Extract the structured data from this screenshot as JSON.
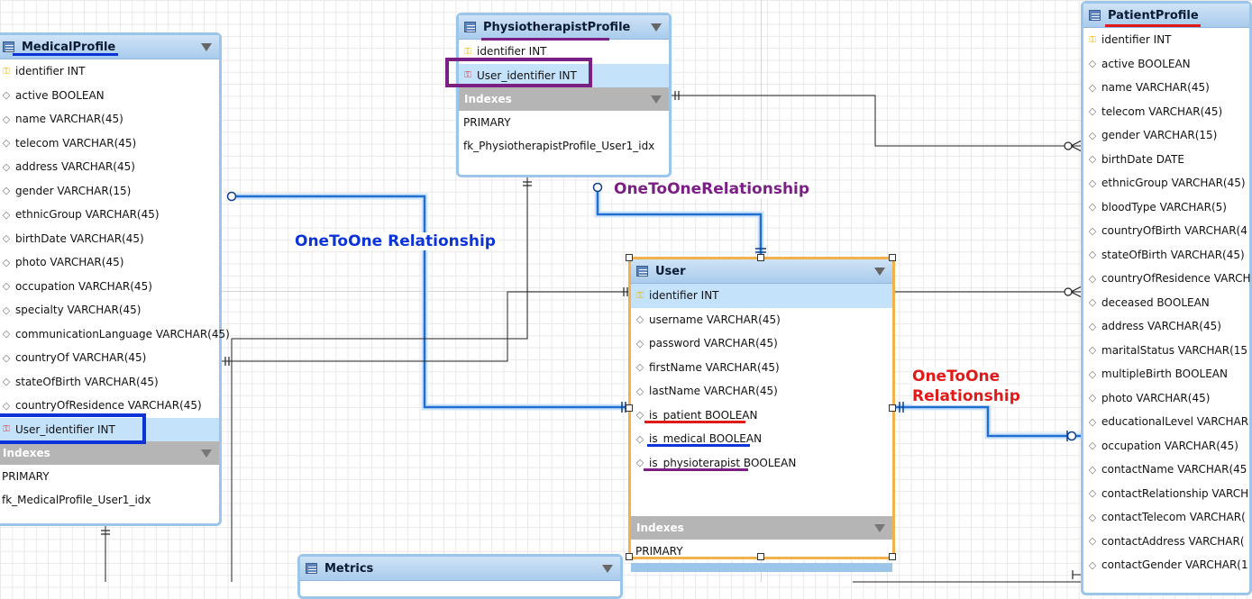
{
  "colors": {
    "header": "#a9cbec",
    "border": "#9cc5ea",
    "selected_row": "#c5e2fb",
    "relationship_line": "#1f6fd0",
    "purple": "#7a1f84",
    "blue": "#0a33d8",
    "red": "#e01919",
    "selection_frame": "#f2b14a"
  },
  "tables": {
    "medical": {
      "title": "MedicalProfile",
      "columns": [
        {
          "icon": "primary-key-icon",
          "text": "identifier INT"
        },
        {
          "icon": "column-diamond-icon",
          "text": "active BOOLEAN"
        },
        {
          "icon": "column-diamond-icon",
          "text": "name VARCHAR(45)"
        },
        {
          "icon": "column-diamond-icon",
          "text": "telecom VARCHAR(45)"
        },
        {
          "icon": "column-diamond-icon",
          "text": "address VARCHAR(45)"
        },
        {
          "icon": "column-diamond-icon",
          "text": "gender VARCHAR(15)"
        },
        {
          "icon": "column-diamond-icon",
          "text": "ethnicGroup VARCHAR(45)"
        },
        {
          "icon": "column-diamond-icon",
          "text": "birthDate VARCHAR(45)"
        },
        {
          "icon": "column-diamond-icon",
          "text": "photo VARCHAR(45)"
        },
        {
          "icon": "column-diamond-icon",
          "text": "occupation VARCHAR(45)"
        },
        {
          "icon": "column-diamond-icon",
          "text": "specialty VARCHAR(45)"
        },
        {
          "icon": "column-diamond-icon",
          "text": "communicationLanguage VARCHAR(45)"
        },
        {
          "icon": "column-diamond-icon",
          "text": "countryOf VARCHAR(45)"
        },
        {
          "icon": "column-diamond-icon",
          "text": "stateOfBirth VARCHAR(45)"
        },
        {
          "icon": "column-diamond-icon",
          "text": "countryOfResidence VARCHAR(45)"
        },
        {
          "icon": "foreign-key-icon",
          "text": "User_identifier INT"
        }
      ],
      "indexes_label": "Indexes",
      "indexes": [
        "PRIMARY",
        "fk_MedicalProfile_User1_idx"
      ]
    },
    "physio": {
      "title": "PhysiotherapistProfile",
      "columns": [
        {
          "icon": "primary-key-icon",
          "text": "identifier INT"
        },
        {
          "icon": "foreign-key-icon",
          "text": "User_identifier INT"
        }
      ],
      "indexes_label": "Indexes",
      "indexes": [
        "PRIMARY",
        "fk_PhysiotherapistProfile_User1_idx"
      ]
    },
    "user": {
      "title": "User",
      "columns": [
        {
          "icon": "primary-key-icon",
          "text": "identifier INT"
        },
        {
          "icon": "column-diamond-icon",
          "text": "username VARCHAR(45)"
        },
        {
          "icon": "column-diamond-icon",
          "text": "password VARCHAR(45)"
        },
        {
          "icon": "column-diamond-icon",
          "text": "firstName VARCHAR(45)"
        },
        {
          "icon": "column-diamond-icon",
          "text": "lastName VARCHAR(45)"
        },
        {
          "icon": "column-diamond-icon",
          "text": "is_patient BOOLEAN"
        },
        {
          "icon": "column-diamond-icon",
          "text": "is_medical BOOLEAN"
        },
        {
          "icon": "column-diamond-icon",
          "text": "is_physioterapist BOOLEAN"
        }
      ],
      "indexes_label": "Indexes",
      "indexes": [
        "PRIMARY"
      ]
    },
    "patient": {
      "title": "PatientProfile",
      "columns": [
        {
          "icon": "primary-key-icon",
          "text": "identifier INT"
        },
        {
          "icon": "column-diamond-icon",
          "text": "active BOOLEAN"
        },
        {
          "icon": "column-diamond-icon",
          "text": "name VARCHAR(45)"
        },
        {
          "icon": "column-diamond-icon",
          "text": "telecom VARCHAR(45)"
        },
        {
          "icon": "column-diamond-icon",
          "text": "gender VARCHAR(15)"
        },
        {
          "icon": "column-diamond-icon",
          "text": "birthDate DATE"
        },
        {
          "icon": "column-diamond-icon",
          "text": "ethnicGroup VARCHAR(45)"
        },
        {
          "icon": "column-diamond-icon",
          "text": "bloodType VARCHAR(5)"
        },
        {
          "icon": "column-diamond-icon",
          "text": "countryOfBirth VARCHAR(4"
        },
        {
          "icon": "column-diamond-icon",
          "text": "stateOfBirth VARCHAR(45)"
        },
        {
          "icon": "column-diamond-icon",
          "text": "countryOfResidence VARCH"
        },
        {
          "icon": "column-diamond-icon",
          "text": "deceased BOOLEAN"
        },
        {
          "icon": "column-diamond-icon",
          "text": "address VARCHAR(45)"
        },
        {
          "icon": "column-diamond-icon",
          "text": "maritalStatus VARCHAR(15"
        },
        {
          "icon": "column-diamond-icon",
          "text": "multipleBirth BOOLEAN"
        },
        {
          "icon": "column-diamond-icon",
          "text": "photo VARCHAR(45)"
        },
        {
          "icon": "column-diamond-icon",
          "text": "educationalLevel VARCHAR"
        },
        {
          "icon": "column-diamond-icon",
          "text": "occupation VARCHAR(45)"
        },
        {
          "icon": "column-diamond-icon",
          "text": "contactName VARCHAR(45"
        },
        {
          "icon": "column-diamond-icon",
          "text": "contactRelationship VARCH"
        },
        {
          "icon": "column-diamond-icon",
          "text": "contactTelecom VARCHAR("
        },
        {
          "icon": "column-diamond-icon",
          "text": "contactAddress VARCHAR("
        },
        {
          "icon": "column-diamond-icon",
          "text": "contactGender VARCHAR(1"
        }
      ]
    },
    "metrics": {
      "title": "Metrics"
    }
  },
  "labels": {
    "rel_purple": "OneToOneRelationship",
    "rel_blue": "OneToOne Relationship",
    "rel_red_line1": "OneToOne",
    "rel_red_line2": "Relationship"
  }
}
